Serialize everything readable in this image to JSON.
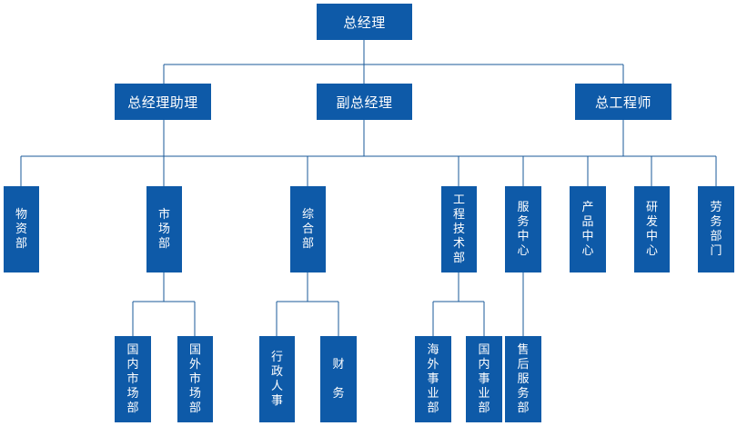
{
  "top": {
    "ceo": "总经理"
  },
  "level2": {
    "assistant_gm": "总经理助理",
    "deputy_gm": "副总经理",
    "chief_engineer": "总工程师"
  },
  "departments": {
    "materials": "物\n资\n部",
    "market": "市\n场\n部",
    "general_affairs": "综\n合\n部",
    "engineering_tech": "工\n程\n技\n术\n部",
    "service_center": "服\n务\n中\n心",
    "product_center": "产\n品\n中\n心",
    "rnd_center": "研\n发\n中\n心",
    "labor_dept": "劳\n务\n部\n门"
  },
  "sub_departments": {
    "domestic_market": "国\n内\n市\n场\n部",
    "foreign_market": "国\n外\n市\n场\n部",
    "admin_personnel": "行\n政\n人\n事",
    "finance": "财\n\n务",
    "overseas_business": "海\n外\n事\n业\n部",
    "domestic_business": "国\n内\n事\n业\n部",
    "after_sales": "售\n后\n服\n务\n部"
  }
}
